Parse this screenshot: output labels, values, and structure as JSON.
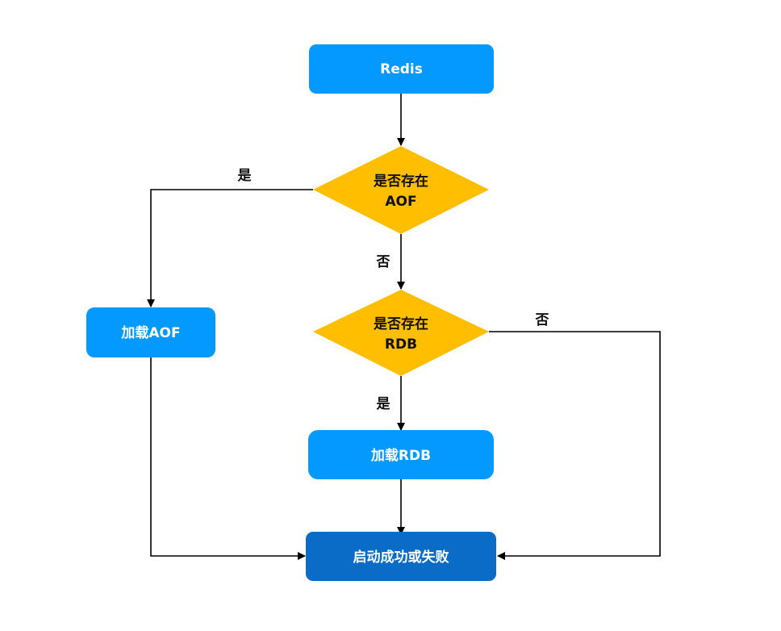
{
  "colors": {
    "process_fill": "#0499FF",
    "terminal_fill": "#0A6CC7",
    "decision_fill": "#FFBE00",
    "edge": "#000000",
    "process_text": "#FFFFFF",
    "decision_text": "#111111"
  },
  "nodes": {
    "redis": {
      "label": "Redis"
    },
    "aof_check": {
      "line1": "是否存在",
      "line2": "AOF"
    },
    "rdb_check": {
      "line1": "是否存在",
      "line2": "RDB"
    },
    "load_aof": {
      "label": "加载AOF"
    },
    "load_rdb": {
      "label": "加载RDB"
    },
    "result": {
      "label": "启动成功或失败"
    }
  },
  "edge_labels": {
    "aof_yes": "是",
    "aof_no": "否",
    "rdb_yes": "是",
    "rdb_no": "否"
  }
}
